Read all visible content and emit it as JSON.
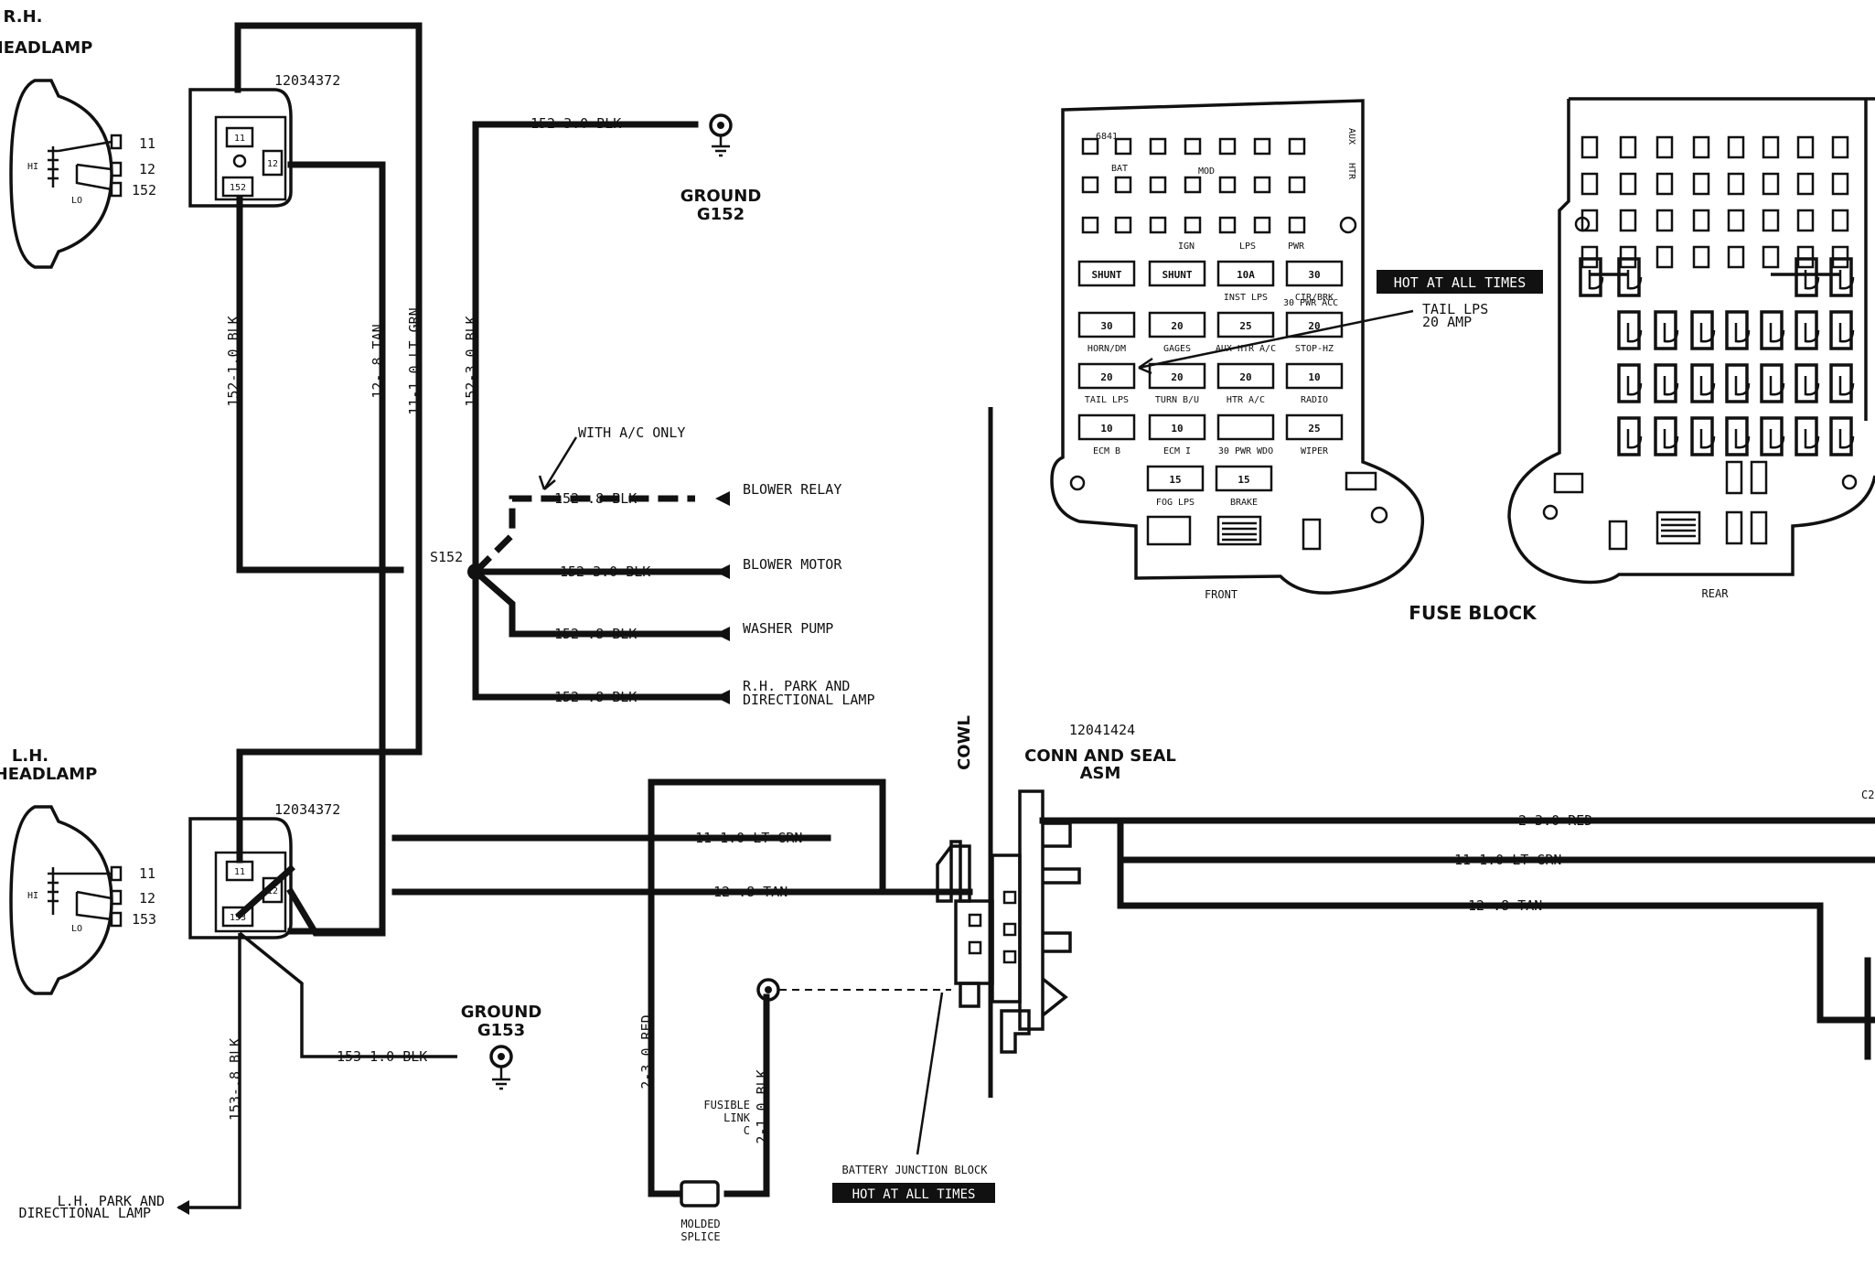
{
  "headlamps": {
    "rh": {
      "title": "R.H.",
      "subtitle": "HEADLAMP",
      "connector": "12034372",
      "pins": [
        "11",
        "12",
        "152"
      ],
      "terminals": [
        "11",
        "12",
        "152"
      ],
      "hi": "HI",
      "lo": "LO"
    },
    "lh": {
      "title": "L.H.",
      "subtitle": "HEADLAMP",
      "connector": "12034372",
      "pins": [
        "11",
        "12",
        "153"
      ],
      "terminals": [
        "11",
        "12",
        "153"
      ],
      "hi": "HI",
      "lo": "LO"
    }
  },
  "wires": {
    "rh_152_blk": "152-1.0 BLK",
    "rh_12_tan": "12-.8 TAN",
    "rh_11_ltgrn": "11-1.0 LT GRN",
    "g152_vert": "152-3.0 BLK",
    "g152_top": "152-3.0 BLK",
    "blower_relay": "152-.8 BLK",
    "blower_motor": "152-3.0 BLK",
    "washer_pump": "152-.8 BLK",
    "rh_park": "152-.8 BLK",
    "lh_11_ltgrn": "11-1.0 LT GRN",
    "lh_12_tan": "12-.8 TAN",
    "g153": "153-1.0 BLK",
    "lh_park": "153-.8 BLK",
    "red_2_3": "2-3.0 RED",
    "fusible": "2-1.0 BLK",
    "right_red": "2-3.0 RED",
    "right_ltgrn": "11-1.0 LT GRN",
    "right_tan": "12-.8 TAN"
  },
  "grounds": {
    "g152": {
      "line1": "GROUND",
      "line2": "G152"
    },
    "g153": {
      "line1": "GROUND",
      "line2": "G153"
    }
  },
  "splice": {
    "name": "S152",
    "note": "WITH A/C ONLY"
  },
  "destinations": {
    "blower_relay": "BLOWER RELAY",
    "blower_motor": "BLOWER MOTOR",
    "washer_pump": "WASHER PUMP",
    "rh_park_1": "R.H. PARK AND",
    "rh_park_2": "DIRECTIONAL LAMP",
    "lh_park_1": "L.H. PARK AND",
    "lh_park_2": "DIRECTIONAL LAMP"
  },
  "conn_seal": {
    "part": "12041424",
    "line1": "CONN AND SEAL",
    "line2": "ASM",
    "cowl": "COWL",
    "right_code": "C2"
  },
  "fusible_link": {
    "line1": "FUSIBLE",
    "line2": "LINK",
    "line3": "C"
  },
  "molded_splice": {
    "line1": "MOLDED",
    "line2": "SPLICE"
  },
  "battery_junction": {
    "label": "BATTERY JUNCTION BLOCK",
    "hot": "HOT AT ALL TIMES"
  },
  "fuse_block": {
    "title": "FUSE BLOCK",
    "front_label": "FRONT",
    "rear_label": "REAR",
    "hot_label": "HOT AT ALL TIMES",
    "tail_note_1": "TAIL LPS",
    "tail_note_2": "20 AMP",
    "code": "6841",
    "top_labels": {
      "bat": "BAT",
      "ign": "IGN",
      "lps": "LPS",
      "pwr": "PWR",
      "mod": "MOD",
      "aux": "AUX",
      "htr": "HTR"
    },
    "front_fuses": [
      {
        "value": "SHUNT",
        "label": ""
      },
      {
        "value": "SHUNT",
        "label": ""
      },
      {
        "value": "10A",
        "label": "INST LPS"
      },
      {
        "value": "30",
        "label": "CIR/BRK"
      },
      {
        "value": "30",
        "label": "HORN/DM"
      },
      {
        "value": "20",
        "label": "GAGES"
      },
      {
        "value": "25",
        "label": "AUX HTR A/C"
      },
      {
        "value": "20",
        "label": "STOP-HZ"
      },
      {
        "value": "20",
        "label": "TAIL LPS"
      },
      {
        "value": "20",
        "label": "TURN B/U"
      },
      {
        "value": "20",
        "label": "HTR A/C"
      },
      {
        "value": "10",
        "label": "RADIO"
      },
      {
        "value": "10",
        "label": "ECM B"
      },
      {
        "value": "10",
        "label": "ECM I"
      },
      {
        "value": "",
        "label": "30 PWR WDO"
      },
      {
        "value": "25",
        "label": "WIPER"
      },
      {
        "value": "15",
        "label": "FOG LPS"
      },
      {
        "value": "15",
        "label": "BRAKE"
      }
    ],
    "pwr_acc": "30 PWR ACC"
  }
}
